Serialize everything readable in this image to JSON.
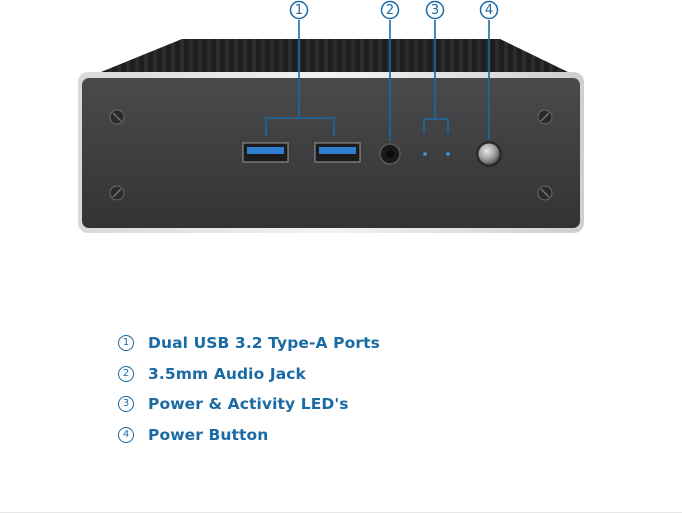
{
  "callouts": [
    {
      "number": "1"
    },
    {
      "number": "2"
    },
    {
      "number": "3"
    },
    {
      "number": "4"
    }
  ],
  "legend": [
    {
      "number": "1",
      "label": "Dual USB 3.2 Type-A Ports"
    },
    {
      "number": "2",
      "label": "3.5mm Audio Jack"
    },
    {
      "number": "3",
      "label": "Power & Activity LED's"
    },
    {
      "number": "4",
      "label": "Power Button"
    }
  ],
  "colors": {
    "accent": "#1a6aa3",
    "panel": "#3b3b3d",
    "usb_blue": "#2f7fd1",
    "led_blue": "#3a9be8"
  }
}
